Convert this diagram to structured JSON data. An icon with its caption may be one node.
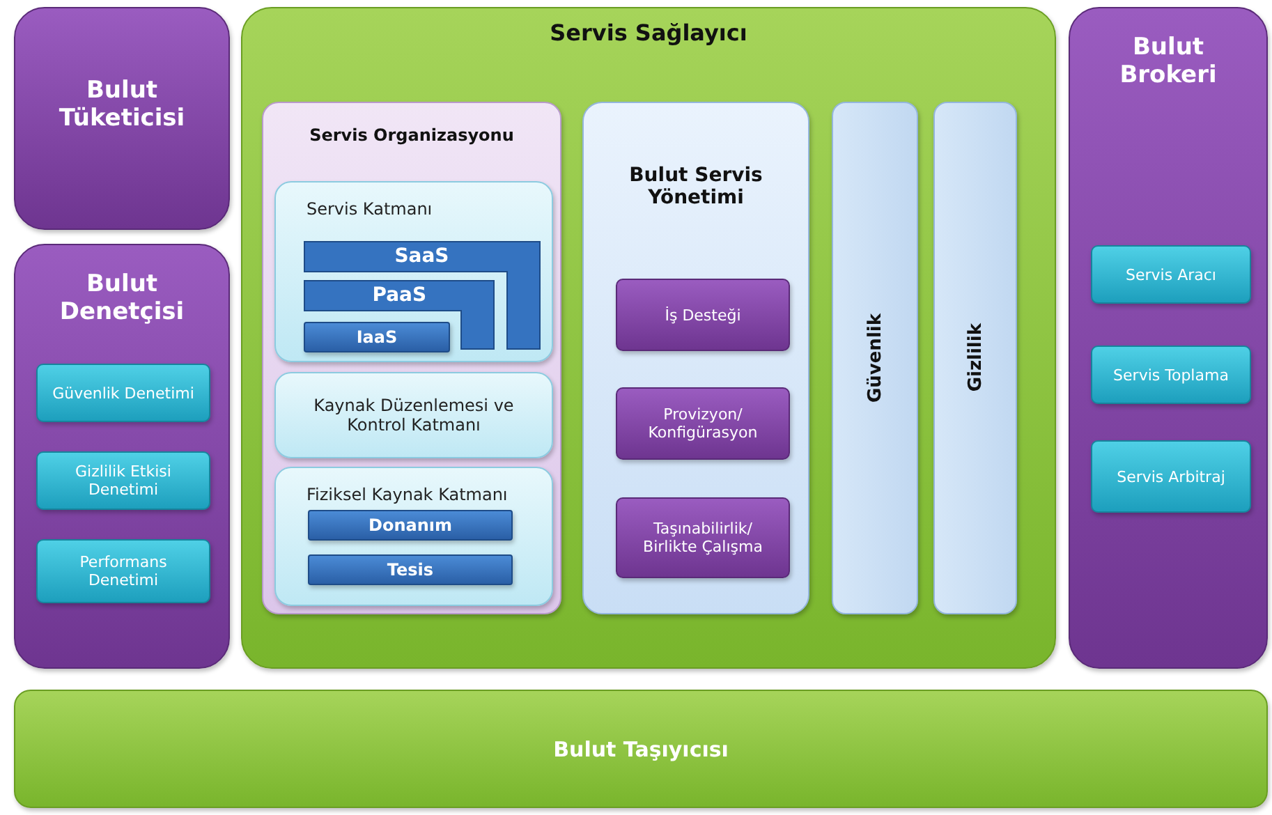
{
  "diagram": {
    "nodes": [
      {
        "text": [
          "Bulut Tüketicisi"
        ]
      },
      {
        "text": [
          "Bulut Denetçisi"
        ]
      },
      {
        "text": [
          "Güvenlik Denetimi"
        ],
        "in": 1
      },
      {
        "text": [
          "Gizlilik Etkisi Denetimi"
        ],
        "in": 1
      },
      {
        "text": [
          "Performans Denetimi"
        ],
        "in": 1
      },
      {
        "text": [
          "Servis Sağlayıcı"
        ]
      },
      {
        "text": [
          "Servis Organizasyonu"
        ],
        "in": 5
      },
      {
        "text": [
          "Servis Katmanı"
        ],
        "in": 6
      },
      {
        "text": [
          "SaaS"
        ],
        "in": 7
      },
      {
        "text": [
          "PaaS"
        ],
        "in": 7
      },
      {
        "text": [
          "IaaS"
        ],
        "in": 7
      },
      {
        "text": [
          "Kaynak Düzenlemesi ve Kontrol Katmanı"
        ],
        "in": 6
      },
      {
        "text": [
          "Fiziksel Kaynak Katmanı"
        ],
        "in": 6
      },
      {
        "text": [
          "Donanım"
        ],
        "in": 12
      },
      {
        "text": [
          "Tesis"
        ],
        "in": 12
      },
      {
        "text": [
          "Bulut Servis Yönetimi"
        ],
        "in": 5
      },
      {
        "text": [
          "İş Desteği"
        ],
        "in": 15
      },
      {
        "text": [
          "Provizyon/ Konfigürasyon"
        ],
        "in": 15
      },
      {
        "text": [
          "Taşınabilirlik/ Birlikte Çalışma"
        ],
        "in": 15
      },
      {
        "text": [
          "Güvenlik"
        ],
        "in": 5
      },
      {
        "text": [
          "Gizlilik"
        ],
        "in": 5
      },
      {
        "text": [
          "Bulut Brokeri"
        ]
      },
      {
        "text": [
          "Servis Aracı"
        ],
        "in": 21
      },
      {
        "text": [
          "Servis Toplama"
        ],
        "in": 21
      },
      {
        "text": [
          "Servis Arbitraj"
        ],
        "in": 21
      },
      {
        "text": [
          "Bulut Taşıyıcısı"
        ]
      }
    ]
  }
}
